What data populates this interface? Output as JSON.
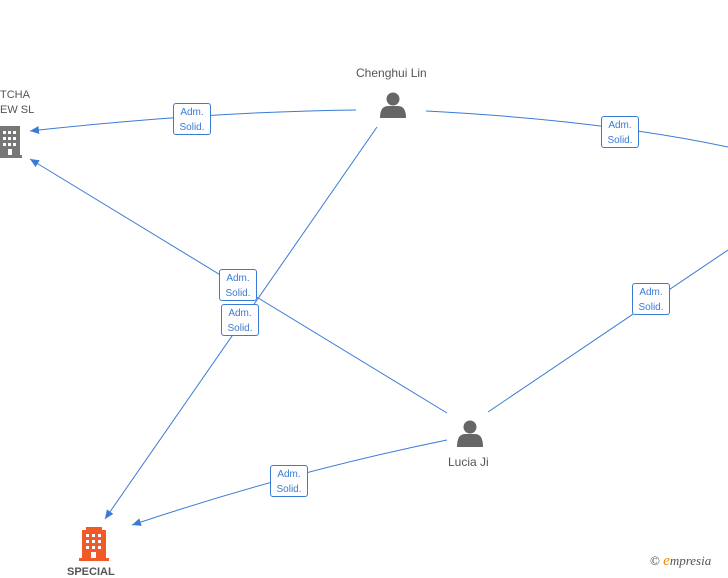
{
  "nodes": {
    "chenghui_lin": {
      "label": "Chenghui Lin",
      "type": "person"
    },
    "lucia_ji": {
      "label": "Lucia Ji",
      "type": "person"
    },
    "company_top": {
      "label_line1": "TCHA",
      "label_line2": "EW SL",
      "type": "company",
      "color": "#777777"
    },
    "company_bottom": {
      "label": "SPECIAL",
      "type": "company",
      "color": "#f05a28"
    }
  },
  "edge_labels": [
    {
      "line1": "Adm.",
      "line2": "Solid."
    },
    {
      "line1": "Adm.",
      "line2": "Solid."
    },
    {
      "line1": "Adm.",
      "line2": "Solid."
    },
    {
      "line1": "Adm.",
      "line2": "Solid."
    },
    {
      "line1": "Adm.",
      "line2": "Solid."
    },
    {
      "line1": "Adm.",
      "line2": "Solid."
    }
  ],
  "colors": {
    "edge": "#3a7bd5",
    "person_icon": "#666666"
  },
  "footer": {
    "copyright": "©",
    "brand_initial": "e",
    "brand_rest": "mpresia"
  }
}
